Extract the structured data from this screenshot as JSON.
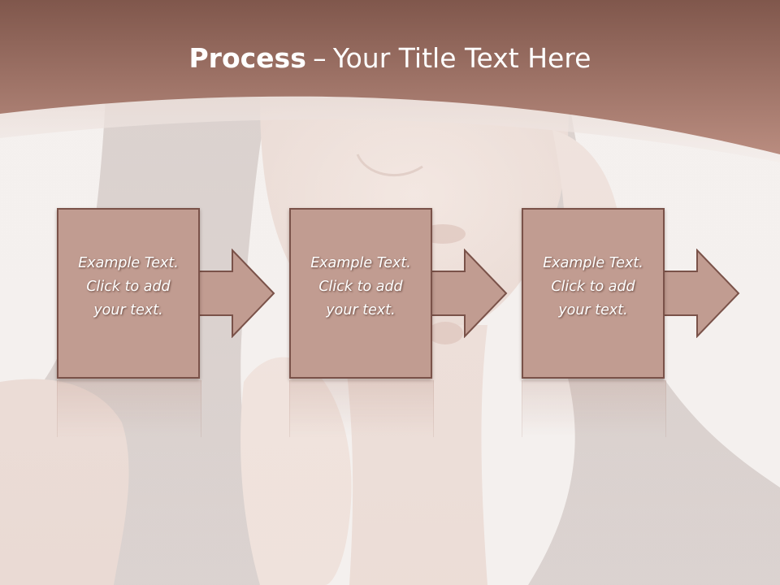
{
  "slide": {
    "title": {
      "strong": "Process",
      "separator": "–",
      "rest": "Your Title Text Here"
    },
    "colors": {
      "header_top": "#80574c",
      "header_bottom": "#b98c7f",
      "box_fill": "#c19c91",
      "box_border": "#7a5249",
      "background": "#f3efed"
    },
    "background_image": "woman-portrait-photo"
  },
  "process": {
    "steps": [
      {
        "text": "Example Text.\nClick  to add\nyour text.",
        "arrow_icon": "right-arrow-icon"
      },
      {
        "text": "Example Text.\nClick  to add\nyour text.",
        "arrow_icon": "right-arrow-icon"
      },
      {
        "text": "Example Text.\nClick  to add\nyour text.",
        "arrow_icon": "right-arrow-icon"
      }
    ]
  }
}
